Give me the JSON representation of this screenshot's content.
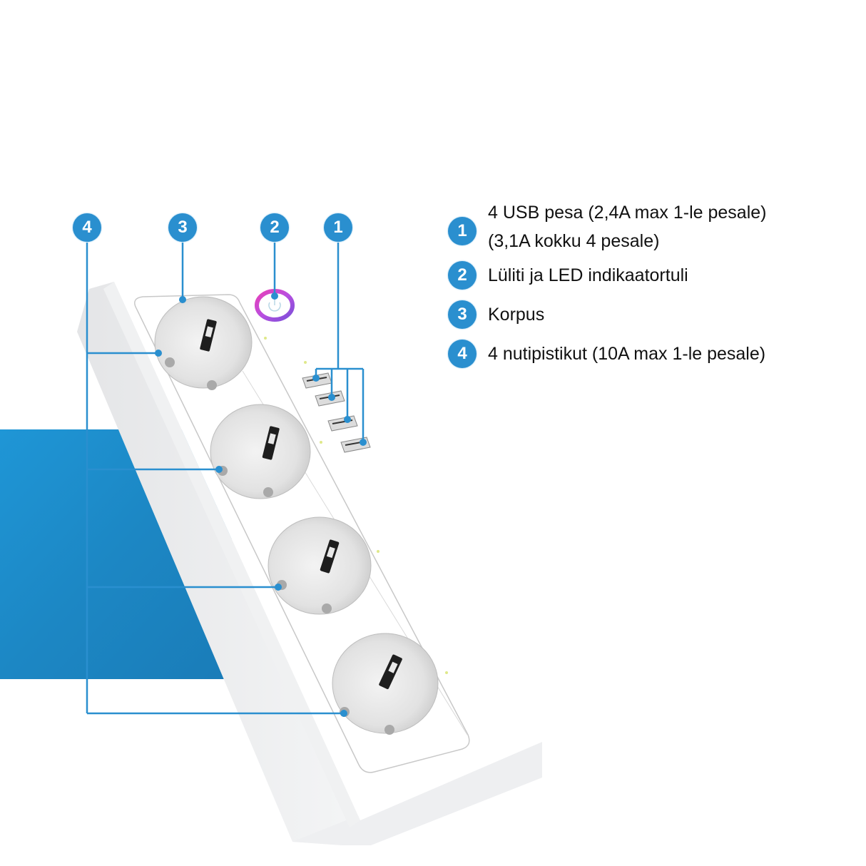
{
  "diagram": {
    "subject": "Smart power strip",
    "accent_color": "#2a8fcf",
    "background_panel_color": "#1f8fcc",
    "callouts": [
      {
        "number": "4",
        "target": "sockets"
      },
      {
        "number": "3",
        "target": "housing"
      },
      {
        "number": "2",
        "target": "switch-led"
      },
      {
        "number": "1",
        "target": "usb-ports"
      }
    ]
  },
  "legend": {
    "items": [
      {
        "number": "1",
        "lines": [
          "4 USB pesa (2,4A max 1-le pesale)",
          "(3,1A kokku 4 pesale)"
        ]
      },
      {
        "number": "2",
        "lines": [
          "Lüliti ja LED indikaatortuli"
        ]
      },
      {
        "number": "3",
        "lines": [
          "Korpus"
        ]
      },
      {
        "number": "4",
        "lines": [
          "4 nutipistikut (10A max 1-le pesale)"
        ]
      }
    ]
  },
  "product": {
    "socket_count": 4,
    "usb_port_count": 4
  }
}
